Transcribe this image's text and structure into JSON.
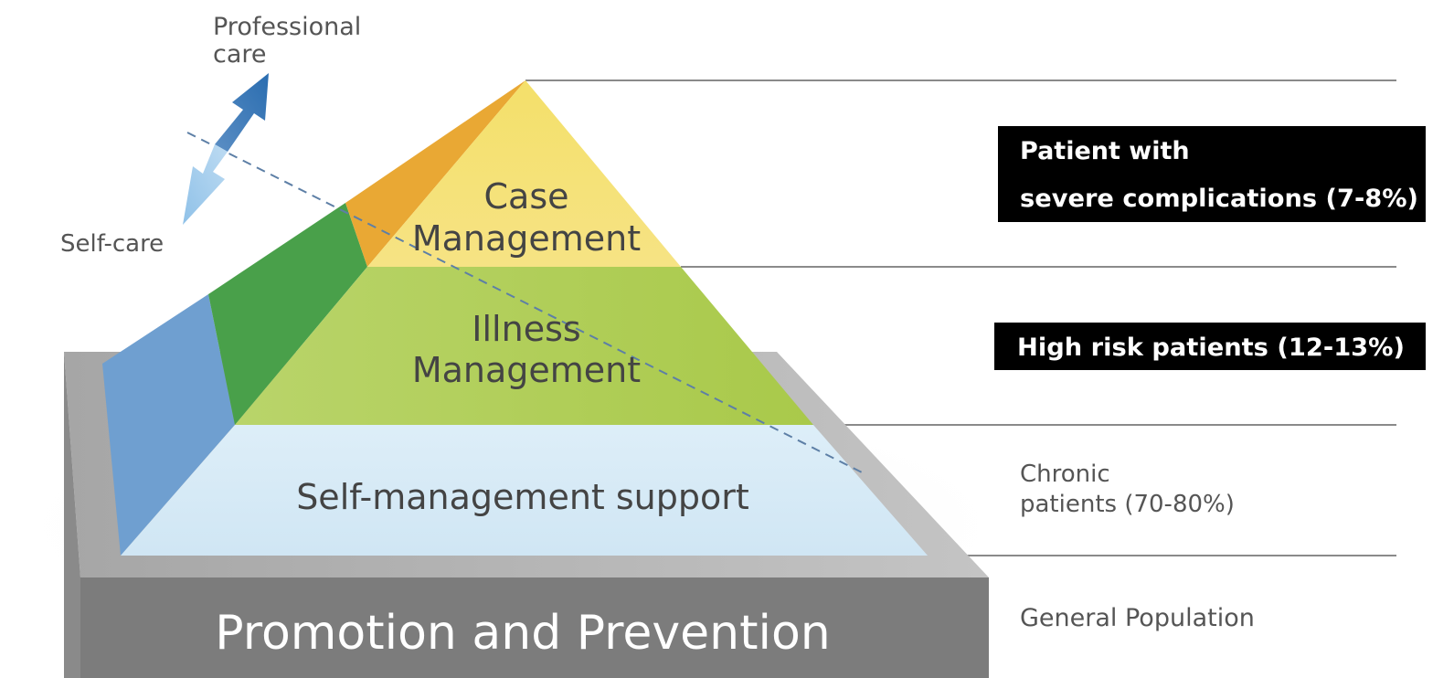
{
  "diagram": {
    "arrow_labels": {
      "professional_care_line1": "Professional",
      "professional_care_line2": "care",
      "self_care": "Self-care"
    },
    "pyramid_levels": {
      "case_management_line1": "Case",
      "case_management_line2": "Management",
      "illness_management_line1": "Illness",
      "illness_management_line2": "Management",
      "self_management_support": "Self-management support",
      "promotion_and_prevention": "Promotion and Prevention"
    },
    "right_labels": {
      "severe_line1": "Patient with",
      "severe_line2": "severe complications (7-8%)",
      "high_risk": "High risk patients (12-13%)",
      "chronic_line1": "Chronic",
      "chronic_line2": "patients (70-80%)",
      "general": "General Population"
    }
  }
}
